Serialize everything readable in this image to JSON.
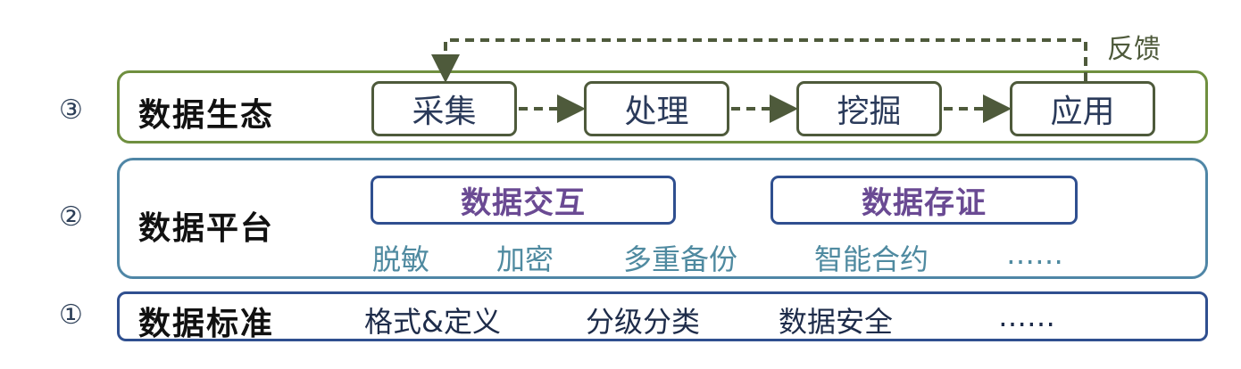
{
  "ecosystem": {
    "number": "③",
    "title": "数据生态",
    "steps": [
      "采集",
      "处理",
      "挖掘",
      "应用"
    ],
    "feedback_label": "反馈"
  },
  "platform": {
    "number": "②",
    "title": "数据平台",
    "modules": [
      "数据交互",
      "数据存证"
    ],
    "items": [
      "脱敏",
      "加密",
      "多重备份",
      "智能合约",
      "……"
    ]
  },
  "standard": {
    "number": "①",
    "title": "数据标准",
    "items": [
      "格式&定义",
      "分级分类",
      "数据安全",
      "……"
    ]
  },
  "colors": {
    "ecosystem_border": "#6f8f3f",
    "platform_border": "#4f86a6",
    "standard_border": "#2f4f8f",
    "arrow": "#4e5a3b",
    "module_text": "#6a4a93",
    "platform_item_text": "#4f8aa0"
  }
}
